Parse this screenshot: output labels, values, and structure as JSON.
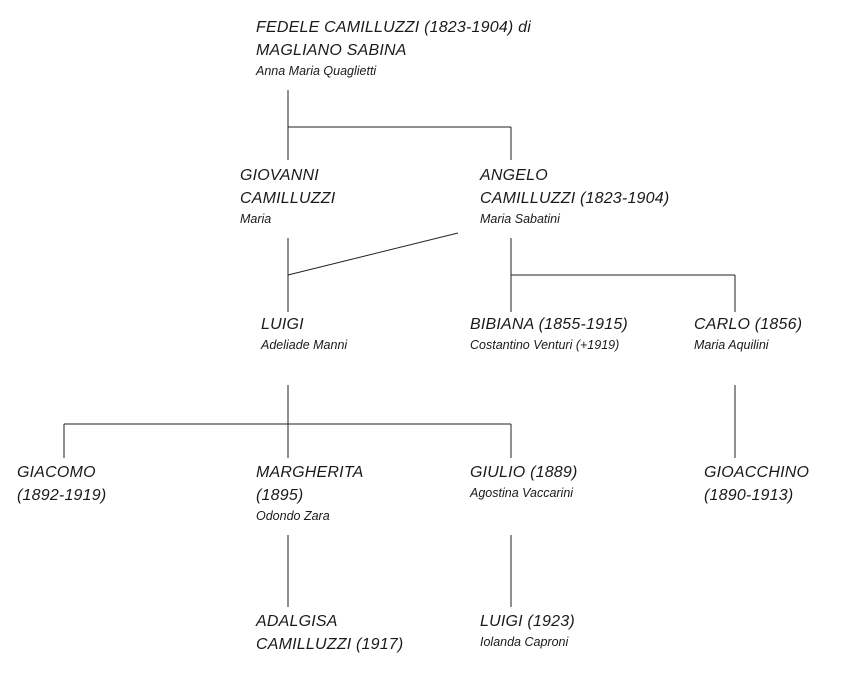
{
  "people": {
    "fedele": {
      "name_lines": [
        "FEDELE CAMILLUZZI (1823-1904) di",
        "MAGLIANO SABINA"
      ],
      "spouse": "Anna Maria Quaglietti"
    },
    "giovanni": {
      "name_lines": [
        "GIOVANNI",
        "CAMILLUZZI"
      ],
      "spouse": "Maria"
    },
    "angelo": {
      "name_lines": [
        "ANGELO",
        "CAMILLUZZI (1823-1904)"
      ],
      "spouse": "Maria Sabatini"
    },
    "luigi": {
      "name_lines": [
        "LUIGI"
      ],
      "spouse": "Adeliade Manni"
    },
    "bibiana": {
      "name_lines": [
        "BIBIANA (1855-1915)"
      ],
      "spouse": "Costantino Venturi (+1919)"
    },
    "carlo": {
      "name_lines": [
        "CARLO (1856)"
      ],
      "spouse": "Maria Aquilini"
    },
    "giacomo": {
      "name_lines": [
        "GIACOMO",
        "(1892-1919)"
      ]
    },
    "margherita": {
      "name_lines": [
        "MARGHERITA",
        "(1895)"
      ],
      "spouse": "Odondo Zara"
    },
    "giulio": {
      "name_lines": [
        "GIULIO (1889)"
      ],
      "spouse": "Agostina Vaccarini"
    },
    "gioacchino": {
      "name_lines": [
        "GIOACCHINO",
        "(1890-1913)"
      ]
    },
    "adalgisa": {
      "name_lines": [
        "ADALGISA",
        "CAMILLUZZI (1917)"
      ]
    },
    "luigi_1923": {
      "name_lines": [
        "LUIGI (1923)"
      ],
      "spouse": "Iolanda Caproni"
    }
  },
  "colors": {
    "line": "#222222",
    "text": "#1a1a1a",
    "background": "#ffffff"
  }
}
